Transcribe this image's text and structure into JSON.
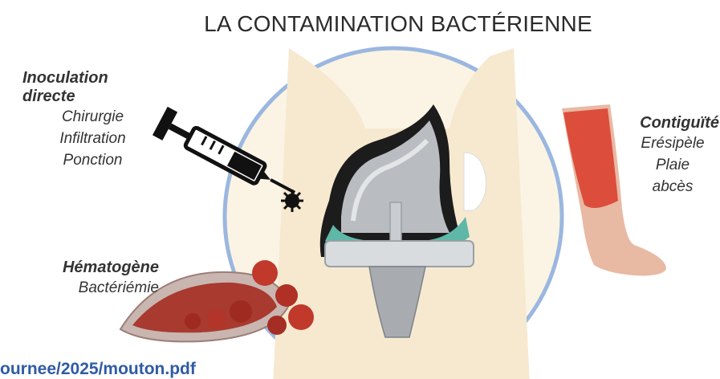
{
  "title": "LA CONTAMINATION BACTÉRIENNE",
  "inoculation": {
    "head": "Inoculation directe",
    "items": [
      "Chirurgie",
      "Infiltration",
      "Ponction"
    ]
  },
  "hematogene": {
    "head": "Hématogène",
    "items": [
      "Bactériémie"
    ]
  },
  "contiguite": {
    "head": "Contiguïté",
    "items": [
      "Erésipèle",
      "Plaie",
      "abcès"
    ]
  },
  "footer_url": "ournee/2025/mouton.pdf",
  "colors": {
    "circle_border": "#9bb7e0",
    "bone_beige": "#f6e9cf",
    "implant_teal": "#5fb7a8",
    "infection_red": "#d93a2a",
    "link_blue": "#2f5ba6"
  },
  "icons": [
    "syringe-icon",
    "bacteria-icon",
    "knee-implant-icon",
    "blood-vessel-icon",
    "infected-leg-icon"
  ]
}
